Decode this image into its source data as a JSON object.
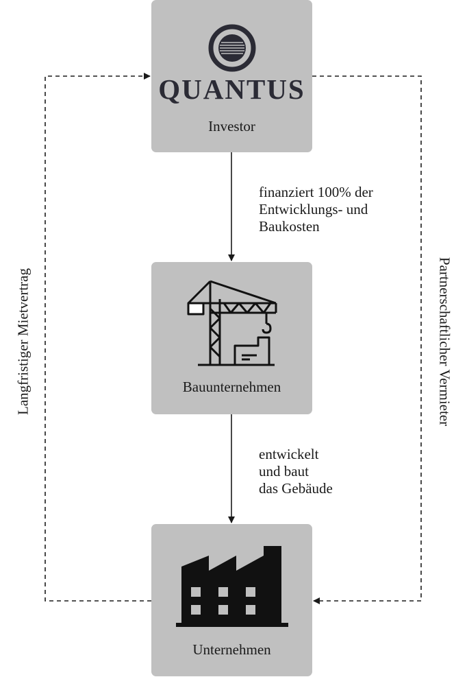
{
  "nodes": {
    "investor": {
      "logo_text": "QUANTUS",
      "label": "Investor"
    },
    "bauunternehmen": {
      "label": "Bauunternehmen"
    },
    "unternehmen": {
      "label": "Unternehmen"
    }
  },
  "edges": {
    "investor_to_bau": [
      "finanziert 100% der",
      "Entwicklungs- und",
      "Baukosten"
    ],
    "bau_to_unternehmen": [
      "entwickelt",
      "und baut",
      "das Gebäude"
    ],
    "left_loop": "Langfristiger Mietvertrag",
    "right_loop": "Partnerschaftlicher Vermieter"
  },
  "icons": {
    "logo": "quantus-logo-icon",
    "bau": "crane-icon",
    "unternehmen": "factory-icon"
  },
  "colors": {
    "box": "#c0c0c0",
    "text": "#1a1a1a",
    "logo": "#2b2b35"
  }
}
